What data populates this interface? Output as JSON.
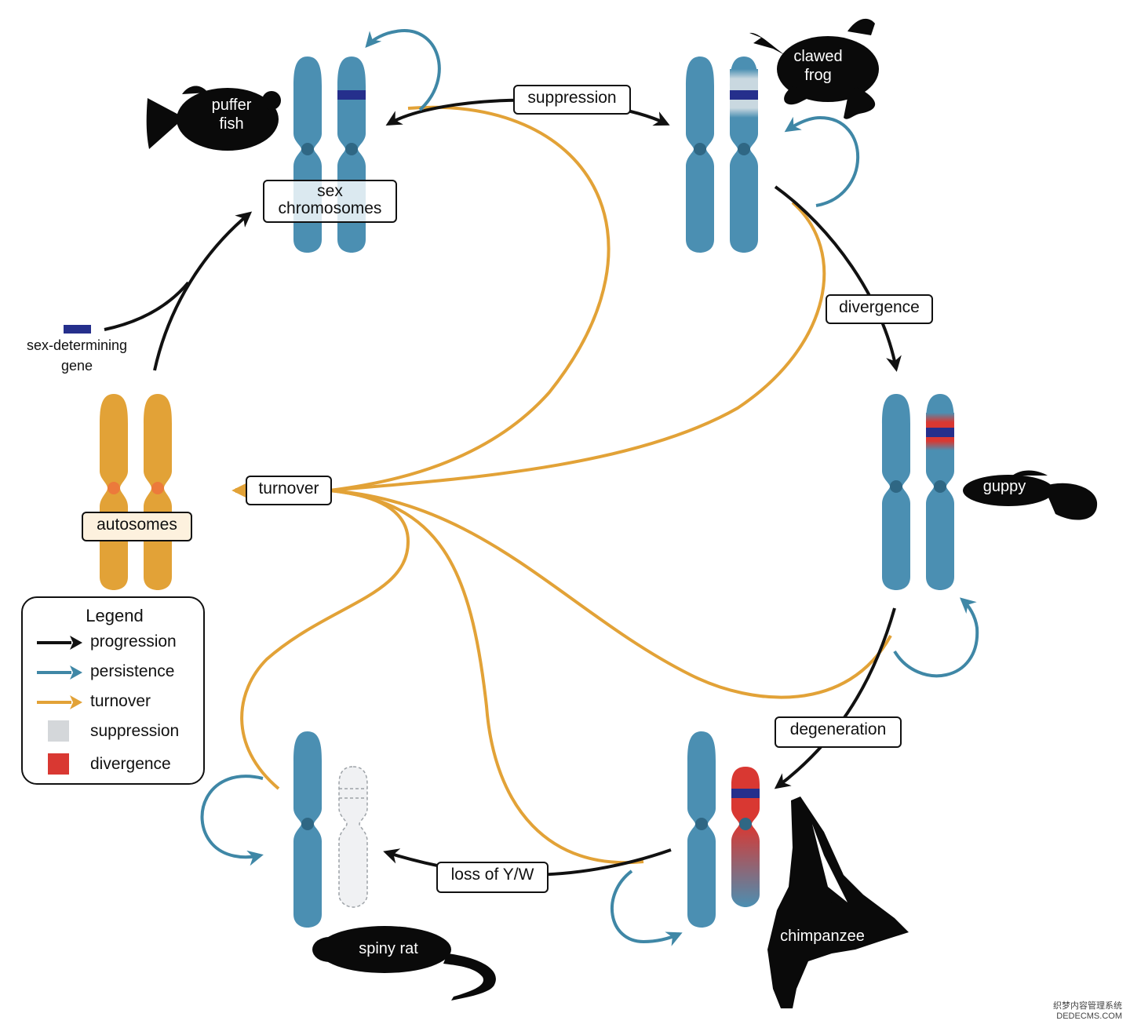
{
  "colors": {
    "progression": "#111111",
    "persistence": "#3f87a6",
    "turnover": "#e2a237",
    "sex_chromosome": "#4b8fb2",
    "centromere": "#2f6784",
    "autosome": "#e2a237",
    "autosome_centromere": "#ec7a3b",
    "sex_gene": "#252f8c",
    "divergence": "#d93832",
    "suppression": "#d4d7da",
    "lost_chromosome": "#f0f1f3"
  },
  "stages": {
    "sex_chromosomes": "sex\nchromosomes",
    "autosomes": "autosomes",
    "sex_determining_gene": "sex-determining\ngene"
  },
  "process_labels": {
    "suppression": "suppression",
    "divergence": "divergence",
    "degeneration": "degeneration",
    "loss": "loss of Y/W",
    "turnover": "turnover"
  },
  "animals": {
    "puffer_fish": "puffer\nfish",
    "clawed_frog": "clawed\nfrog",
    "guppy": "guppy",
    "chimpanzee": "chimpanzee",
    "spiny_rat": "spiny rat"
  },
  "legend": {
    "title": "Legend",
    "items": [
      {
        "label": "progression",
        "kind": "arrow",
        "color": "#111111",
        "icon": "black-arrow-icon"
      },
      {
        "label": "persistence",
        "kind": "arrow",
        "color": "#3f87a6",
        "icon": "blue-arrow-icon"
      },
      {
        "label": "turnover",
        "kind": "arrow",
        "color": "#e2a237",
        "icon": "orange-arrow-icon"
      },
      {
        "label": "suppression",
        "kind": "swatch",
        "color": "#d4d7da",
        "icon": "gray-swatch-icon"
      },
      {
        "label": "divergence",
        "kind": "swatch",
        "color": "#d93832",
        "icon": "red-swatch-icon"
      }
    ]
  },
  "watermark": "织梦内容管理系统\nDEDECMS.COM"
}
